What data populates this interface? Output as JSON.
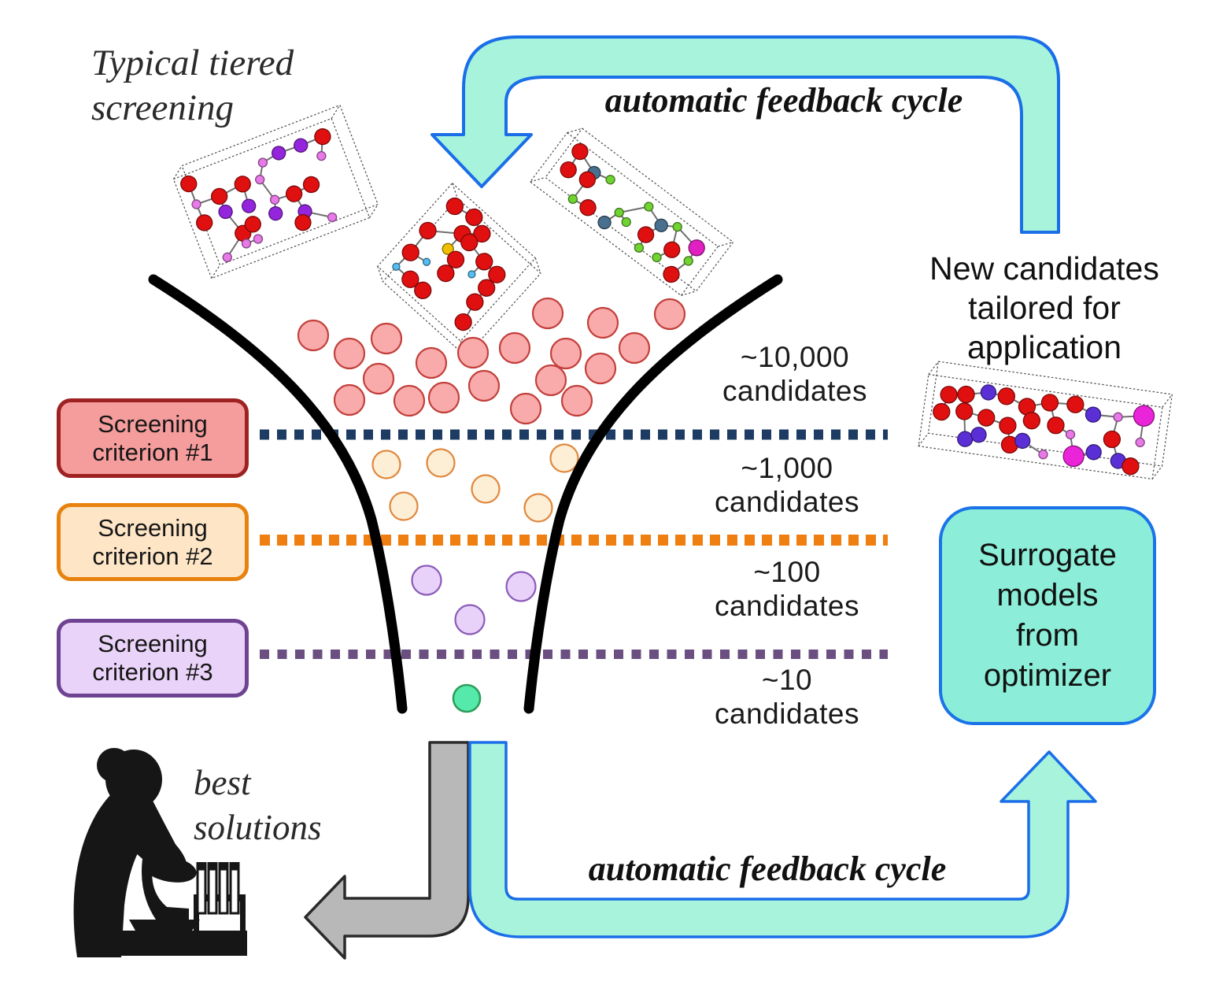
{
  "title": {
    "line1": "Typical tiered",
    "line2": "screening"
  },
  "feedback": {
    "top_label": "automatic feedback cycle",
    "bottom_label": "automatic feedback cycle"
  },
  "funnel": {
    "tiers": [
      {
        "count_line1": "~10,000",
        "count_line2": "candidates",
        "dot_fill": "#f9abab",
        "dot_stroke": "#c2403c"
      },
      {
        "count_line1": "~1,000",
        "count_line2": "candidates",
        "dot_fill": "#fdeed6",
        "dot_stroke": "#e0873c"
      },
      {
        "count_line1": "~100",
        "count_line2": "candidates",
        "dot_fill": "#e9d2f9",
        "dot_stroke": "#8a5cb8"
      },
      {
        "count_line1": "~10",
        "count_line2": "candidates",
        "dot_fill": "#55e9ac",
        "dot_stroke": "#2f9e5c"
      }
    ],
    "criteria": [
      {
        "line1": "Screening",
        "line2": "criterion #1",
        "box_fill": "#f59c9c",
        "box_border": "#9e2222",
        "dotted_line_color": "#1e3c63"
      },
      {
        "line1": "Screening",
        "line2": "criterion #2",
        "box_fill": "#fde5c6",
        "box_border": "#e8820e",
        "dotted_line_color": "#ef7f10"
      },
      {
        "line1": "Screening",
        "line2": "criterion #3",
        "box_fill": "#ead3f8",
        "box_border": "#6d4392",
        "dotted_line_color": "#6a4f80"
      }
    ]
  },
  "right_panel": {
    "new_candidates": {
      "line1": "New candidates",
      "line2": "tailored for",
      "line3": "application"
    },
    "surrogate": {
      "line1": "Surrogate",
      "line2": "models",
      "line3": "from",
      "line4": "optimizer",
      "fill": "#8ceed8",
      "border": "#1a73e8"
    }
  },
  "bottom_left": {
    "best_line1": "best",
    "best_line2": "solutions"
  },
  "colors": {
    "feedback_arrow_fill": "#a7f3dc",
    "feedback_arrow_border": "#1a6ee8",
    "manual_arrow_fill": "#b8b8b8",
    "manual_arrow_border": "#2a2a2a",
    "funnel_stroke": "#000000"
  },
  "icons": [
    "funnel-icon",
    "feedback-arrow-down-icon",
    "feedback-arrow-up-icon",
    "manual-arrow-left-icon",
    "scientist-microscope-icon",
    "crystal-structure-icon"
  ]
}
